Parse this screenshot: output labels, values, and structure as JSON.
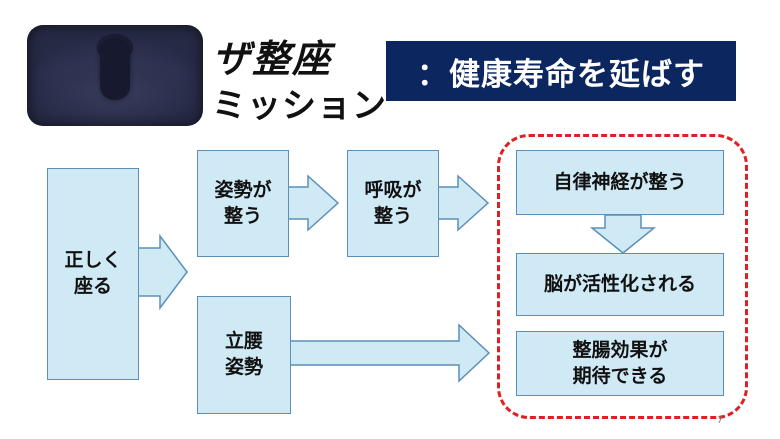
{
  "header": {
    "title_line1": "ザ整座",
    "title_line2": "ミッション",
    "banner": "：健康寿命を延ばす"
  },
  "flow": {
    "start": "正しく\n座る",
    "posture": "姿勢が\n整う",
    "breathing": "呼吸が\n整う",
    "standing": "立腰\n姿勢"
  },
  "results": {
    "autonomic": "自律神経が整う",
    "brain": "脳が活性化される",
    "gut": "整腸効果が\n期待できる"
  },
  "footer": {
    "page_number": "7"
  },
  "colors": {
    "box_fill": "#cfe9f5",
    "box_border": "#5b90b8",
    "banner_bg": "#0c2760",
    "dashed_border": "#e02020"
  }
}
